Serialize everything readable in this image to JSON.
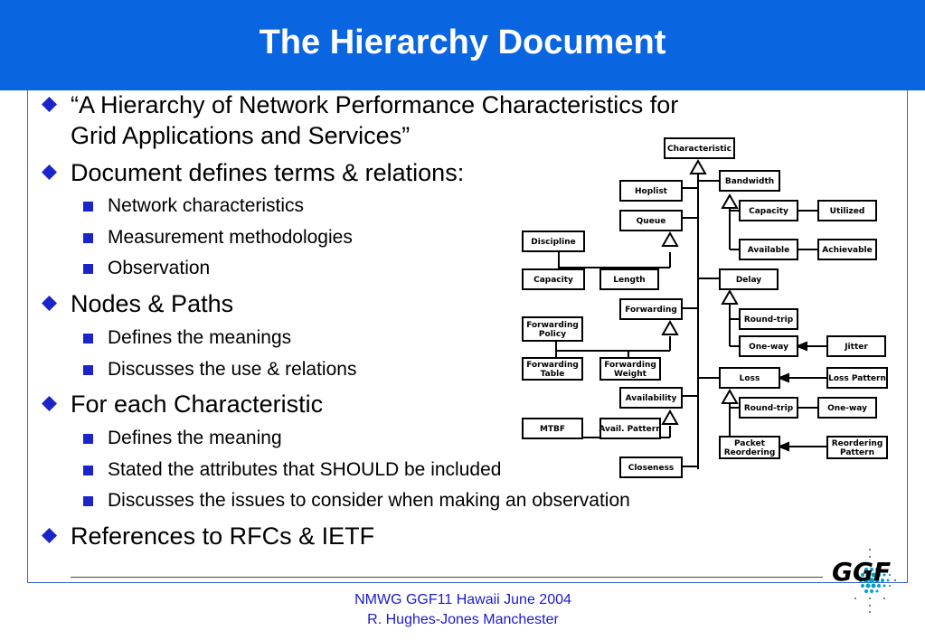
{
  "slide": {
    "title": "The Hierarchy Document",
    "bullets": [
      {
        "level": 1,
        "text": "“A Hierarchy of Network Performance Characteristics for"
      },
      {
        "level": 1,
        "text": "Grid Applications and Services”",
        "continuation": true
      },
      {
        "level": 1,
        "text": "Document defines terms & relations:"
      },
      {
        "level": 2,
        "text": "Network characteristics"
      },
      {
        "level": 2,
        "text": "Measurement methodologies"
      },
      {
        "level": 2,
        "text": "Observation"
      },
      {
        "level": 1,
        "text": "Nodes & Paths"
      },
      {
        "level": 2,
        "text": "Defines the meanings"
      },
      {
        "level": 2,
        "text": "Discusses the use & relations"
      },
      {
        "level": 1,
        "text": "For each Characteristic"
      },
      {
        "level": 2,
        "text": "Defines the meaning"
      },
      {
        "level": 2,
        "text": "Stated the attributes that SHOULD be included"
      },
      {
        "level": 2,
        "text": "Discusses the issues to consider when making an observation"
      },
      {
        "level": 1,
        "text": "References to RFCs & IETF"
      }
    ],
    "footer": {
      "line1": "NMWG GGF11 Hawaii June 2004",
      "line2": "R. Hughes-Jones  Manchester"
    },
    "logo": {
      "text": "GGF",
      "icon": "ggf-logo-icon"
    },
    "colors": {
      "title_bar": "#0a66e0",
      "title_text": "#ffffff",
      "bullet": "#1a24c8",
      "footer_text": "#1a1ad0"
    }
  },
  "diagram": {
    "nodes": {
      "characteristic": "Characteristic",
      "hoplist": "Hoplist",
      "bandwidth": "Bandwidth",
      "queue": "Queue",
      "capacity_bw": "Capacity",
      "utilized": "Utilized",
      "discipline": "Discipline",
      "available": "Available",
      "achievable": "Achievable",
      "capacity_q": "Capacity",
      "length": "Length",
      "delay": "Delay",
      "forwarding": "Forwarding",
      "roundtrip_delay": "Round-trip",
      "fwd_policy_1": "Forwarding",
      "fwd_policy_2": "Policy",
      "oneway_delay": "One-way",
      "jitter": "Jitter",
      "fwd_table_1": "Forwarding",
      "fwd_table_2": "Table",
      "fwd_weight_1": "Forwarding",
      "fwd_weight_2": "Weight",
      "loss": "Loss",
      "loss_pattern": "Loss Pattern",
      "availability": "Availability",
      "roundtrip_loss": "Round-trip",
      "oneway_loss": "One-way",
      "mtbf": "MTBF",
      "avail_pattern": "Avail. Pattern",
      "packet_reorder_1": "Packet",
      "packet_reorder_2": "Reordering",
      "reorder_pattern_1": "Reordering",
      "reorder_pattern_2": "Pattern",
      "closeness": "Closeness"
    }
  }
}
